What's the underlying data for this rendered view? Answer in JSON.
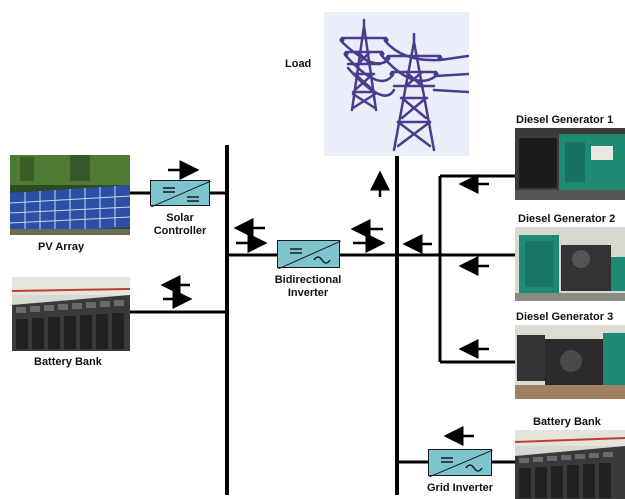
{
  "labels": {
    "load": "Load",
    "pv_array": "PV Array",
    "solar_controller_line1": "Solar",
    "solar_controller_line2": "Controller",
    "battery_bank_left": "Battery Bank",
    "bidirectional_line1": "Bidirectional",
    "bidirectional_line2": "Inverter",
    "diesel_gen_1": "Diesel Generator 1",
    "diesel_gen_2": "Diesel Generator 2",
    "diesel_gen_3": "Diesel Generator 3",
    "battery_bank_right": "Battery Bank",
    "grid_inverter": "Grid Inverter"
  },
  "colors": {
    "converter_fill": "#7ec4cf",
    "bus_line": "#000000",
    "load_background": "#e9eef9",
    "tower": "#4a3b8c",
    "generator": "#1e8a74"
  },
  "icons": {
    "load": "transmission-tower-icon",
    "dc_dc": "dc-dc-converter-icon",
    "dc_ac": "dc-ac-inverter-icon"
  }
}
